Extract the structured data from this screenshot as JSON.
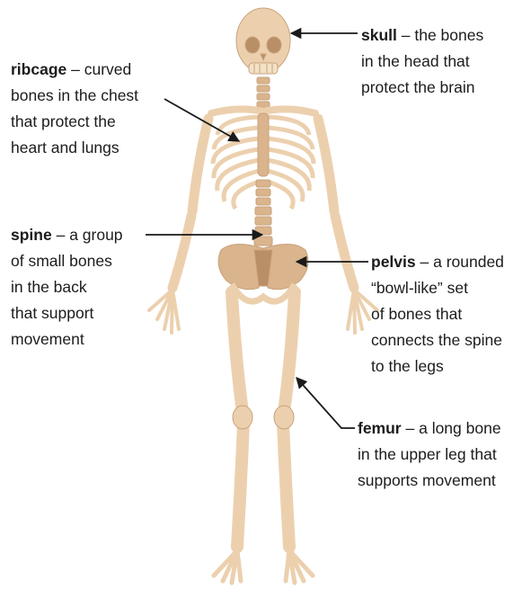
{
  "labels": {
    "skull": {
      "term": "skull",
      "lines": [
        "– the bones",
        "in the head that",
        "protect the brain"
      ]
    },
    "ribcage": {
      "term": "ribcage",
      "lines": [
        "– curved",
        "bones in the chest",
        "that protect the",
        "heart and lungs"
      ]
    },
    "spine": {
      "term": "spine",
      "lines": [
        "– a group",
        "of small bones",
        "in the back",
        "that support",
        "movement"
      ]
    },
    "pelvis": {
      "term": "pelvis",
      "lines": [
        "– a rounded",
        "“bowl-like” set",
        "of bones that",
        "connects the spine",
        "to the legs"
      ]
    },
    "femur": {
      "term": "femur",
      "lines": [
        "– a long bone",
        "in the upper leg that",
        "supports movement"
      ]
    }
  },
  "colors": {
    "bone": "#ecd0ae",
    "bone_shade": "#d9b48c",
    "bone_dark": "#b98f68",
    "line": "#1a1a1a"
  }
}
